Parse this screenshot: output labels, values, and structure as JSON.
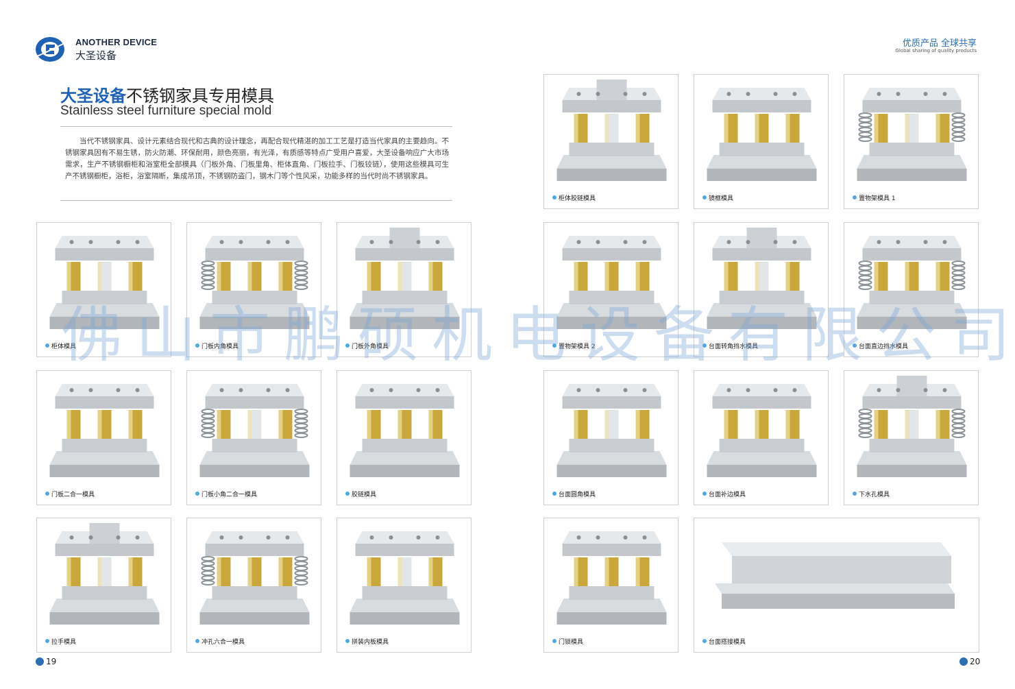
{
  "header": {
    "brand_en": "ANOTHER DEVICE",
    "brand_cn": "大圣设备",
    "slogan_cn": "优质产品 全球共享",
    "slogan_en": "Global sharing of quality products"
  },
  "intro": {
    "title_highlight": "大圣设备",
    "title_rest": "不锈钢家具专用模具",
    "title_en": "Stainless steel furniture special mold",
    "description": "当代不锈钢家具、设计元素结合现代和古典的设计理念，再配合现代精湛的加工工艺是打造当代家具的主要趋向。不锈钢家具因有不易生锈，防火防潮、环保耐用，颜色亮丽，有光泽，有质感等特点广受用户喜爱，大圣设备响应广大市场需求，生产不锈钢橱柜和浴室柜全部模具（门板外角、门板里角、柜体直角、门板拉手、门板铰链），使用这些模具可生产不锈钢橱柜，浴柜，浴室隔断，集成吊顶，不锈钢防盗门，钢木门等个性风采，功能多样的当代时尚不锈钢家具。"
  },
  "left_products": [
    "柜体模具",
    "门板内角模具",
    "门板外角模具",
    "门板二合一模具",
    "门板小角二合一模具",
    "胶链模具",
    "拉手模具",
    "冲孔六合一模具",
    "拼装内板模具"
  ],
  "right_products": [
    "柜体胶链模具",
    "镜框模具",
    "置物架模具 1",
    "置物架模具 2",
    "台面转角挡水模具",
    "台面直边挡水模具",
    "台面圆角模具",
    "台面补边模具",
    "下水孔模具",
    "门锁模具",
    "台面搭接模具"
  ],
  "watermark": "佛山市鹏硕机电设备有限公司",
  "pages": {
    "left": "19",
    "right": "20"
  },
  "colors": {
    "accent": "#1f62b3",
    "brass": "#c9a73a",
    "steel": "#c4c8cc"
  }
}
